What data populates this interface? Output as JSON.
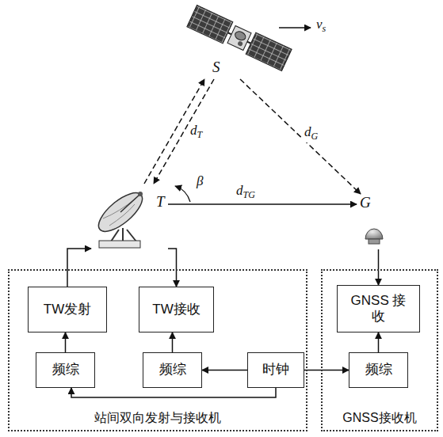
{
  "diagram": {
    "nodes": [
      {
        "text": [
          "S"
        ]
      },
      {
        "text": [
          "T"
        ]
      },
      {
        "text": [
          "G"
        ]
      },
      {
        "text": [
          "站间双向发射与接收机"
        ]
      },
      {
        "text": [
          "TW发射"
        ],
        "in": 3
      },
      {
        "text": [
          "TW接收"
        ],
        "in": 3
      },
      {
        "text": [
          "频综"
        ],
        "in": 3
      },
      {
        "text": [
          "频综"
        ],
        "in": 3
      },
      {
        "text": [
          "时钟"
        ],
        "in": 3
      },
      {
        "text": [
          "GNSS接收机"
        ]
      },
      {
        "text": [
          "GNSS 接收"
        ],
        "in": 9
      },
      {
        "text": [
          "频综"
        ],
        "in": 9
      }
    ],
    "edges": [
      {
        "from": 1,
        "to": 0,
        "arrow": "to",
        "label": "dT"
      },
      {
        "from": 0,
        "to": 1,
        "arrow": "to"
      },
      {
        "from": 0,
        "to": 2,
        "arrow": "to",
        "label": "dG"
      },
      {
        "from": 1,
        "to": 2,
        "arrow": "to",
        "label": "dTG"
      },
      {
        "from": 6,
        "to": 4,
        "arrow": "to"
      },
      {
        "from": 4,
        "to": 1,
        "arrow": "to"
      },
      {
        "from": 1,
        "to": 5,
        "arrow": "to"
      },
      {
        "from": 7,
        "to": 5,
        "arrow": "to"
      },
      {
        "from": 8,
        "to": 7,
        "arrow": "to"
      },
      {
        "from": 8,
        "to": 11,
        "arrow": "to"
      },
      {
        "from": 8,
        "to": 6,
        "arrow": "to"
      },
      {
        "from": 2,
        "to": 10,
        "arrow": "to"
      },
      {
        "from": 11,
        "to": 10,
        "arrow": "to"
      }
    ],
    "labels": [
      "vs",
      "β"
    ]
  }
}
